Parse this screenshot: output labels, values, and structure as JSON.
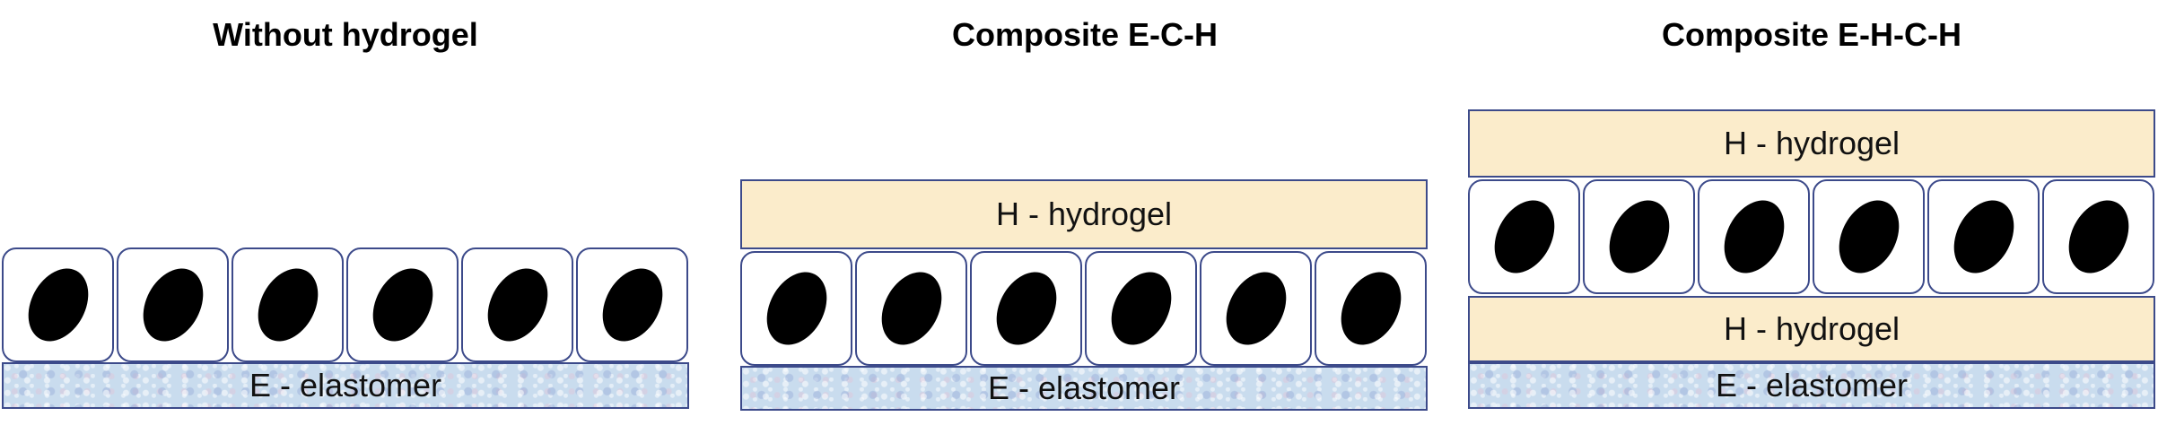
{
  "panels": [
    {
      "title": "Without hydrogel",
      "layers": {
        "elastomer": "E - elastomer"
      }
    },
    {
      "title": "Composite E-C-H",
      "layers": {
        "hydrogel_top": "H - hydrogel",
        "elastomer": "E - elastomer"
      }
    },
    {
      "title": "Composite E-H-C-H",
      "layers": {
        "hydrogel_top": "H - hydrogel",
        "hydrogel_bottom": "H - hydrogel",
        "elastomer": "E - elastomer"
      }
    }
  ],
  "cells_per_row": 6,
  "colors": {
    "hydrogel": "#fbeccb",
    "elastomer": "#c9dcee",
    "outline": "#3c4a8a",
    "nucleus": "#000000"
  }
}
